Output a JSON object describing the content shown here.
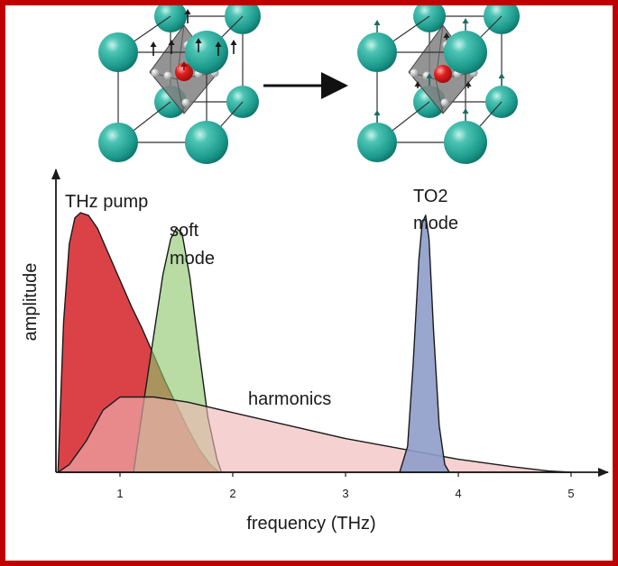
{
  "chart_data": {
    "type": "area",
    "xlabel": "frequency (THz)",
    "ylabel": "amplitude",
    "x_ticks": [
      1,
      2,
      3,
      4,
      5
    ],
    "series": [
      {
        "name": "THz pump",
        "color": "#d8383d",
        "opacity": 0.95,
        "x": [
          0.45,
          0.5,
          0.55,
          0.6,
          0.65,
          0.72,
          0.8,
          0.9,
          1.0,
          1.1,
          1.2,
          1.3,
          1.4,
          1.5,
          1.6,
          1.7,
          1.8,
          1.88
        ],
        "y": [
          0.0,
          0.58,
          0.88,
          0.98,
          1.0,
          0.99,
          0.94,
          0.84,
          0.74,
          0.64,
          0.55,
          0.45,
          0.35,
          0.26,
          0.17,
          0.09,
          0.03,
          0.0
        ]
      },
      {
        "name": "soft mode",
        "color": "#8dc66c",
        "opacity": 0.62,
        "x": [
          1.12,
          1.2,
          1.3,
          1.38,
          1.45,
          1.5,
          1.55,
          1.62,
          1.7,
          1.78,
          1.86,
          1.9
        ],
        "y": [
          0.0,
          0.24,
          0.53,
          0.76,
          0.9,
          0.94,
          0.92,
          0.75,
          0.47,
          0.21,
          0.05,
          0.0
        ]
      },
      {
        "name": "harmonics",
        "color": "#f0b4b4",
        "opacity": 0.62,
        "x": [
          0.45,
          0.55,
          0.7,
          0.85,
          1.0,
          1.3,
          1.6,
          2.0,
          2.5,
          3.0,
          3.5,
          4.0,
          4.5,
          4.8,
          5.0
        ],
        "y": [
          0.0,
          0.03,
          0.12,
          0.24,
          0.29,
          0.29,
          0.27,
          0.23,
          0.18,
          0.13,
          0.09,
          0.05,
          0.02,
          0.005,
          0.0
        ]
      },
      {
        "name": "TO2\nmode",
        "color": "#8e9cc9",
        "opacity": 0.9,
        "x": [
          3.48,
          3.55,
          3.6,
          3.65,
          3.68,
          3.71,
          3.74,
          3.78,
          3.83,
          3.88,
          3.92
        ],
        "y": [
          0.0,
          0.1,
          0.42,
          0.82,
          0.96,
          0.99,
          0.9,
          0.55,
          0.18,
          0.03,
          0.0
        ]
      }
    ]
  },
  "crystal": {
    "sphere_color": "#24a89b",
    "center_atom_color": "#e02020",
    "octahedron_color": "#808080",
    "arrow_color": "#1a1a1a",
    "tip_arrow_color": "#1a6e60"
  }
}
